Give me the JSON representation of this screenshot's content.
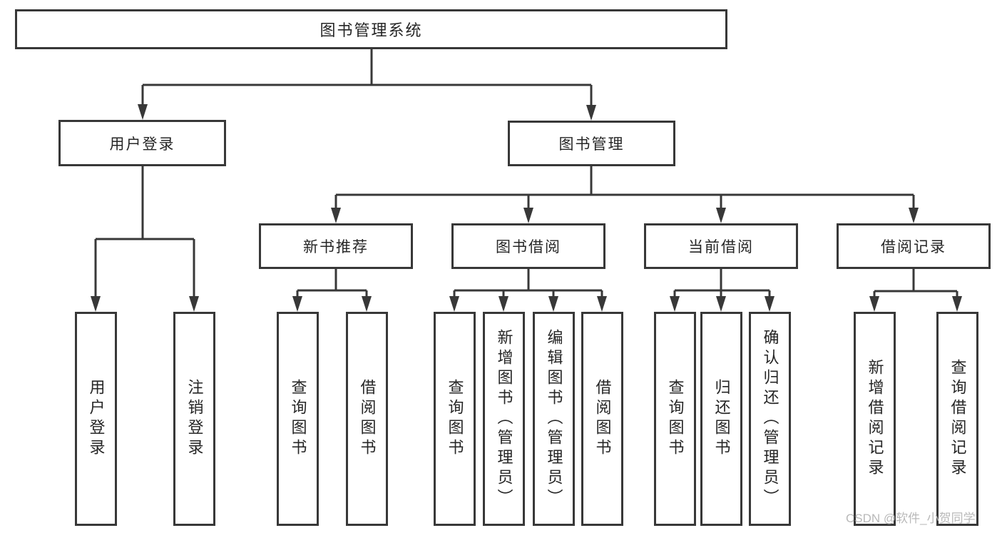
{
  "diagram_title": "图书管理系统",
  "tree": {
    "root": "图书管理系统",
    "level2": [
      "用户登录",
      "图书管理"
    ],
    "level3": [
      "新书推荐",
      "图书借阅",
      "当前借阅",
      "借阅记录"
    ],
    "leaves": {
      "user_login": [
        "用户登录",
        "注销登录"
      ],
      "new_book_recommend": [
        "查询图书",
        "借阅图书"
      ],
      "book_borrow": [
        "查询图书",
        "新增图书（管理员）",
        "编辑图书（管理员）",
        "借阅图书"
      ],
      "current_borrow": [
        "查询图书",
        "归还图书",
        "确认归还（管理员）"
      ],
      "borrow_record": [
        "新增借阅记录",
        "查询借阅记录"
      ]
    }
  },
  "watermark": "CSDN @软件_小贺同学",
  "colors": {
    "line": "#383838",
    "box_border": "#383838",
    "box_fill": "#ffffff",
    "text": "#262626",
    "watermark": "#b9b9b9",
    "background": "#ffffff"
  }
}
